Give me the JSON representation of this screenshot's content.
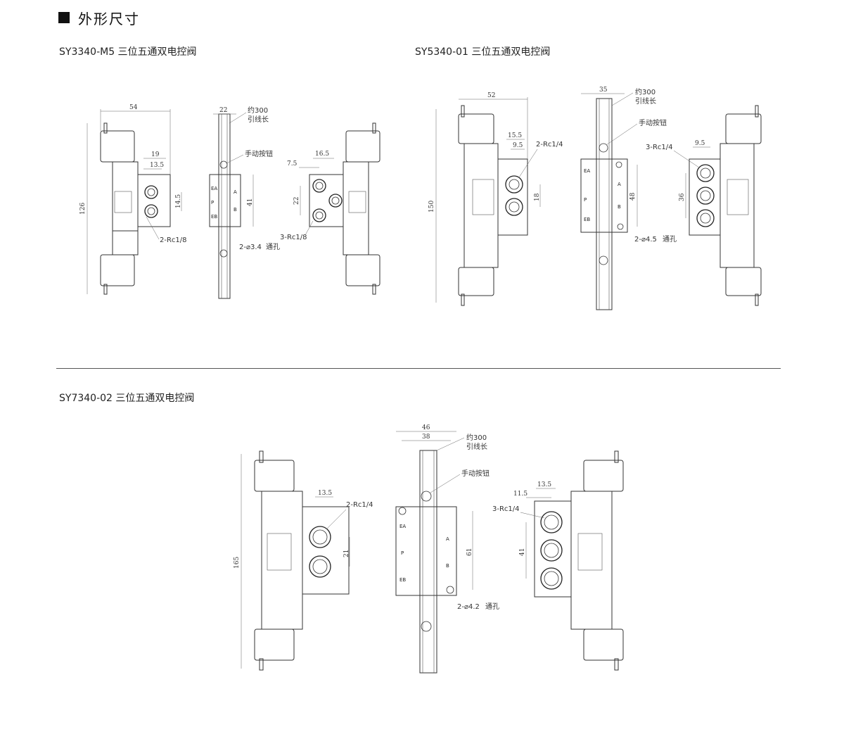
{
  "header": {
    "title": "外形尺寸"
  },
  "sections": [
    {
      "model": "SY3340-M5 三位五通双电控阀",
      "front": {
        "width": "54",
        "height": "126",
        "d1": "19",
        "d2": "13.5",
        "d3": "14.5",
        "port_note": "2-Rc1/8"
      },
      "side": {
        "width": "22",
        "wire_note_1": "约300",
        "wire_note_2": "引线长",
        "manual": "手动按钮",
        "height": "41",
        "hole": "2-⌀3.4",
        "through": "通孔",
        "ports": [
          "EA",
          "P",
          "EB",
          "A",
          "B"
        ]
      },
      "rear": {
        "d1": "16.5",
        "d2": "7.5",
        "d3": "22",
        "port_note": "3-Rc1/8"
      }
    },
    {
      "model": "SY5340-01 三位五通双电控阀",
      "front": {
        "width": "52",
        "height": "150",
        "d1": "15.5",
        "d2": "9.5",
        "d3": "18",
        "port_note": "2-Rc1/4"
      },
      "side": {
        "width": "35",
        "wire_note_1": "约300",
        "wire_note_2": "引线长",
        "manual": "手动按钮",
        "height": "48",
        "hole": "2-⌀4.5",
        "through": "通孔",
        "ports": [
          "EA",
          "P",
          "EB",
          "A",
          "B"
        ]
      },
      "rear": {
        "d1": "9.5",
        "d3": "36",
        "port_note": "3-Rc1/4"
      }
    },
    {
      "model": "SY7340-02 三位五通双电控阀",
      "front": {
        "height": "165",
        "d1": "13.5",
        "d3": "21",
        "port_note": "2-Rc1/4"
      },
      "side": {
        "width_outer": "46",
        "width": "38",
        "wire_note_1": "约300",
        "wire_note_2": "引线长",
        "manual": "手动按钮",
        "height": "61",
        "hole": "2-⌀4.2",
        "through": "通孔",
        "ports": [
          "EA",
          "P",
          "EB",
          "A",
          "B"
        ]
      },
      "rear": {
        "d1": "13.5",
        "d2": "11.5",
        "d3": "41",
        "port_note": "3-Rc1/4"
      }
    }
  ]
}
